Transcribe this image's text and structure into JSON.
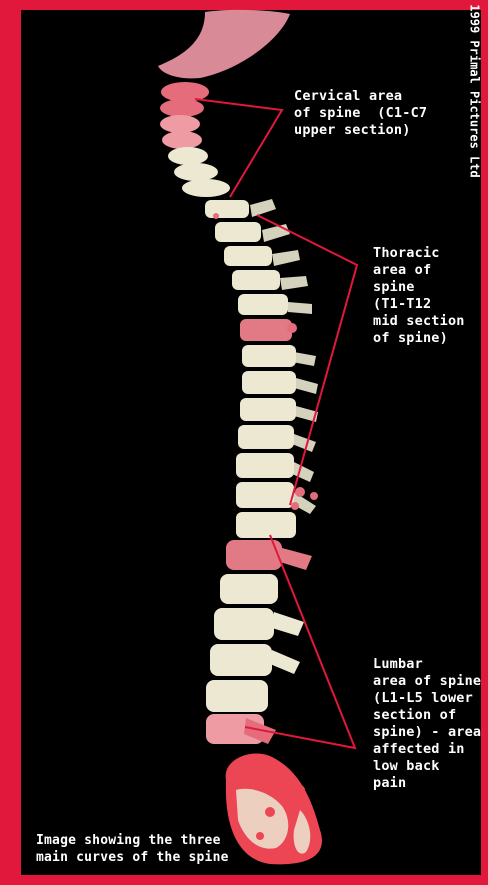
{
  "colors": {
    "frame": "#e2173c",
    "background": "#000000",
    "leader_line": "#e2173c",
    "bone": "#ece8d2",
    "highlight": "#e8707a"
  },
  "labels": {
    "cervical": "Cervical area\nof spine  (C1-C7\nupper section)",
    "thoracic": "Thoracic\narea of\nspine\n(T1-T12\nmid section\nof spine)",
    "lumbar": "Lumbar\narea of spine\n(L1-L5 lower\nsection of\nspine) - area\naffected in\nlow back\npain"
  },
  "caption": "Image showing the three\nmain curves of the spine",
  "credit": "1999 Primal Pictures Ltd"
}
